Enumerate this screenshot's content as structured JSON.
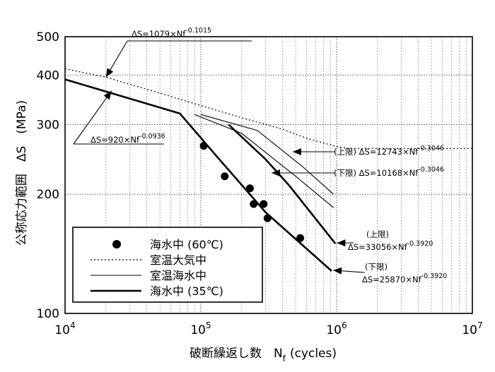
{
  "chart_data": {
    "type": "line",
    "xscale": "log",
    "yscale": "log",
    "xlim": [
      10000,
      10000000
    ],
    "ylim": [
      100,
      500
    ],
    "grid": true,
    "legend_position": "bottom-left",
    "xlabel": "破断繰返し数　N",
    "xlabel_sub": "f",
    "xlabel_unit": "(cycles)",
    "ylabel": "公称応力範囲　ΔS　(MPa)",
    "x_ticks": [
      {
        "value": 10000,
        "base": "10",
        "exp": "4"
      },
      {
        "value": 100000,
        "base": "10",
        "exp": "5"
      },
      {
        "value": 1000000,
        "base": "10",
        "exp": "6"
      },
      {
        "value": 10000000,
        "base": "10",
        "exp": "7"
      }
    ],
    "y_ticks": [
      {
        "value": 100,
        "label": "100"
      },
      {
        "value": 200,
        "label": "200"
      },
      {
        "value": 300,
        "label": "300"
      },
      {
        "value": 400,
        "label": "400"
      },
      {
        "value": 500,
        "label": "500"
      }
    ],
    "series": [
      {
        "name": "海水中 (60℃)",
        "kind": "points",
        "points": [
          [
            105000,
            265
          ],
          [
            150000,
            222
          ],
          [
            230000,
            207
          ],
          [
            245000,
            189
          ],
          [
            290000,
            189
          ],
          [
            310000,
            174
          ],
          [
            540000,
            155
          ]
        ]
      },
      {
        "name": "室温大気中",
        "kind": "dotted",
        "points": [
          [
            10000,
            415
          ],
          [
            20000,
            395
          ],
          [
            50000,
            360
          ],
          [
            100000,
            335
          ],
          [
            200000,
            312
          ],
          [
            400000,
            292
          ],
          [
            600000,
            277
          ],
          [
            1000000,
            264
          ],
          [
            1200000,
            261
          ],
          [
            10000000,
            261
          ]
        ]
      },
      {
        "name": "室温海水中",
        "kind": "thin",
        "lines": [
          [
            [
              90000,
              318
            ],
            [
              200000,
              285
            ],
            [
              500000,
              222
            ],
            [
              950000,
              185
            ]
          ],
          [
            [
              100000,
              318
            ],
            [
              260000,
              290
            ],
            [
              560000,
              235
            ],
            [
              950000,
              200
            ]
          ]
        ]
      },
      {
        "name": "海水中 (35℃)",
        "kind": "thick",
        "lines": [
          [
            [
              10000,
              390
            ],
            [
              70000,
              320
            ],
            [
              130000,
              250
            ],
            [
              300000,
              180
            ],
            [
              920000,
              128
            ]
          ],
          [
            [
              160000,
              300
            ],
            [
              300000,
              245
            ],
            [
              450000,
              210
            ],
            [
              980000,
              150
            ]
          ]
        ]
      }
    ],
    "annotations": [
      {
        "id": "eq1",
        "parts": [
          {
            "t": "ΔS=1079×Nf"
          },
          {
            "t": "-0.1015",
            "sup": true
          }
        ]
      },
      {
        "id": "eq2",
        "parts": [
          {
            "t": "ΔS=920×Nf"
          },
          {
            "t": "-0.0936",
            "sup": true
          }
        ]
      },
      {
        "id": "eq3",
        "parts": [
          {
            "t": "(上限) ΔS=12743×Nf"
          },
          {
            "t": "-0.3046",
            "sup": true
          }
        ]
      },
      {
        "id": "eq4",
        "parts": [
          {
            "t": "(下限) ΔS=10168×Nf"
          },
          {
            "t": "-0.3046",
            "sup": true
          }
        ]
      },
      {
        "id": "eq5_label",
        "parts": [
          {
            "t": "(上限)"
          }
        ]
      },
      {
        "id": "eq5",
        "parts": [
          {
            "t": "ΔS=33056×Nf"
          },
          {
            "t": "-0.3920",
            "sup": true
          }
        ]
      },
      {
        "id": "eq6_label",
        "parts": [
          {
            "t": "(下限)"
          }
        ]
      },
      {
        "id": "eq6",
        "parts": [
          {
            "t": "ΔS=25870×Nf"
          },
          {
            "t": "-0.3920",
            "sup": true
          }
        ]
      }
    ]
  }
}
